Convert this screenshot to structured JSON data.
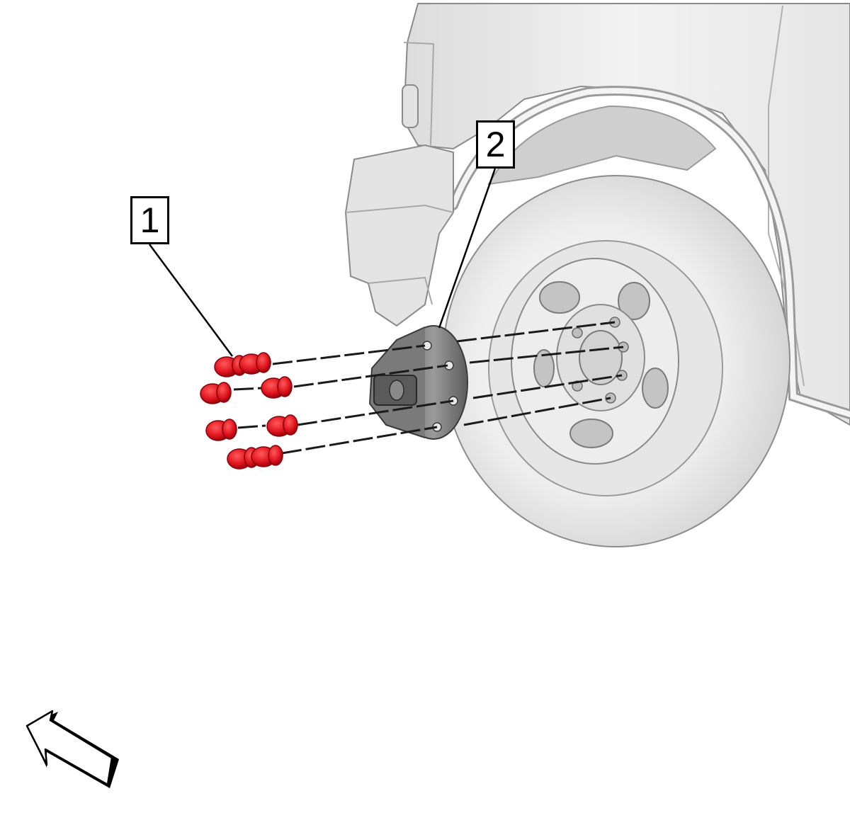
{
  "callouts": [
    {
      "number": "1",
      "part": "wheel-nuts"
    },
    {
      "number": "2",
      "part": "hub-cap"
    }
  ],
  "colors": {
    "nut": "#e0141e",
    "nut_dark": "#a00810",
    "line": "#1a1a1a",
    "tire": "#e4e4e4",
    "body": "#ececec"
  },
  "view_arrow_icon": "front-direction-arrow-icon"
}
